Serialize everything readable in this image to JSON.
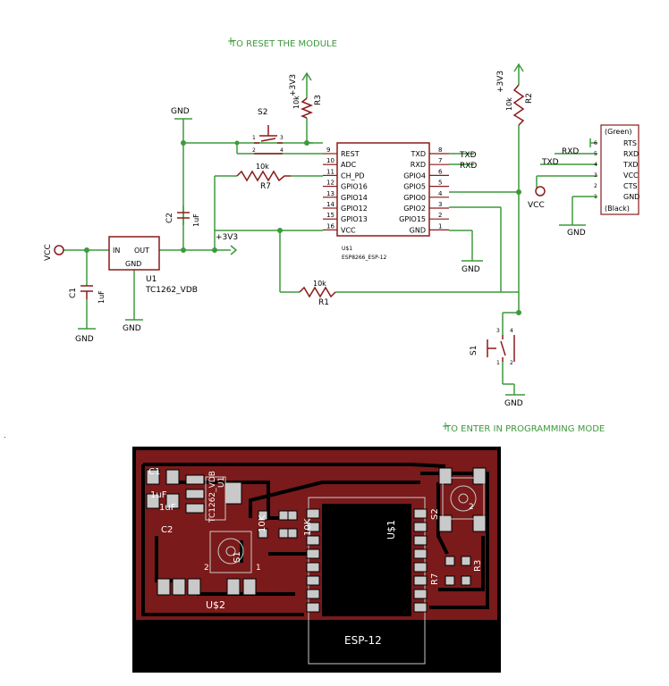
{
  "notes": {
    "reset": "TO RESET THE MODULE",
    "program": "TO ENTER IN PROGRAMMING MODE"
  },
  "nets": {
    "gnd": "GND",
    "v33": "+3V3",
    "vcc": "VCC",
    "txd": "TXD",
    "rxd": "RXD"
  },
  "parts": {
    "u1_label": "U1",
    "u1_value": "TC1262_VDB",
    "u1_in": "IN",
    "u1_out": "OUT",
    "u1_gnd": "GND",
    "c1": "C1",
    "c2": "C2",
    "c_value": "1uF",
    "r1": "R1",
    "r2": "R2",
    "r3": "R3",
    "r7": "R7",
    "r_value": "10k",
    "s1": "S1",
    "s2": "S2",
    "us1_name": "U$1",
    "us1_value": "ESP8266_ESP-12"
  },
  "esp12": {
    "left_pins": [
      {
        "num": "9",
        "name": "REST"
      },
      {
        "num": "10",
        "name": "ADC"
      },
      {
        "num": "11",
        "name": "CH_PD"
      },
      {
        "num": "12",
        "name": "GPIO16"
      },
      {
        "num": "13",
        "name": "GPIO14"
      },
      {
        "num": "14",
        "name": "GPIO12"
      },
      {
        "num": "15",
        "name": "GPIO13"
      },
      {
        "num": "16",
        "name": "VCC"
      }
    ],
    "right_pins": [
      {
        "num": "8",
        "name": "TXD"
      },
      {
        "num": "7",
        "name": "RXD"
      },
      {
        "num": "6",
        "name": "GPIO4"
      },
      {
        "num": "5",
        "name": "GPIO5"
      },
      {
        "num": "4",
        "name": "GPIO0"
      },
      {
        "num": "3",
        "name": "GPIO2"
      },
      {
        "num": "2",
        "name": "GPIO15"
      },
      {
        "num": "1",
        "name": "GND"
      }
    ]
  },
  "ftdi": {
    "top": "(Green)",
    "bottom": "(Black)",
    "pins": [
      {
        "num": "6",
        "name": "RTS"
      },
      {
        "num": "5",
        "name": "RXD"
      },
      {
        "num": "4",
        "name": "TXD"
      },
      {
        "num": "3",
        "name": "VCC"
      },
      {
        "num": "2",
        "name": "CTS"
      },
      {
        "num": "1",
        "name": "GND"
      }
    ]
  },
  "pcb": {
    "esp_label": "ESP-12",
    "us1": "U$1",
    "us2": "U$2",
    "c1": "C1",
    "c2": "C2",
    "c_value": "1uF",
    "u1_text": "TC1262_VDB",
    "u1": "U1",
    "s1": "S1",
    "s2": "S2",
    "r7": "R7",
    "r3": "R3",
    "r_value": "10K",
    "pin_1": "1",
    "pin_2": "2",
    "colors": {
      "board": "#7a1a1a",
      "background": "#000000",
      "copper": "#c9c9c9",
      "silkscreen": "#ffffff"
    }
  },
  "colors": {
    "wire": "#3c9a3c",
    "symbol": "#8b1a1a",
    "note": "#2e9a2e"
  }
}
